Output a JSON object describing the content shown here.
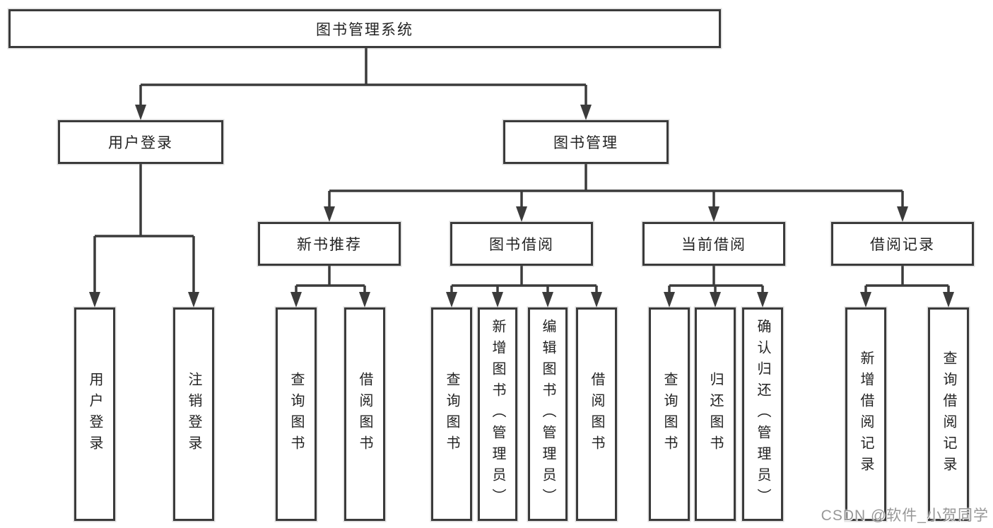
{
  "tree": {
    "root": {
      "label": "图书管理系统"
    },
    "branches": [
      {
        "label": "用户登录",
        "children": [
          {
            "label": "用户登录"
          },
          {
            "label": "注销登录"
          }
        ]
      },
      {
        "label": "图书管理",
        "children": [
          {
            "label": "新书推荐",
            "children": [
              {
                "label": "查询图书"
              },
              {
                "label": "借阅图书"
              }
            ]
          },
          {
            "label": "图书借阅",
            "children": [
              {
                "label": "查询图书"
              },
              {
                "label": "新增图书（管理员）"
              },
              {
                "label": "编辑图书（管理员）"
              },
              {
                "label": "借阅图书"
              }
            ]
          },
          {
            "label": "当前借阅",
            "children": [
              {
                "label": "查询图书"
              },
              {
                "label": "归还图书"
              },
              {
                "label": "确认归还（管理员）"
              }
            ]
          },
          {
            "label": "借阅记录",
            "children": [
              {
                "label": "新增借阅记录"
              },
              {
                "label": "查询借阅记录"
              }
            ]
          }
        ]
      }
    ]
  },
  "watermark": {
    "text": "CSDN @软件_小贺同学"
  },
  "colors": {
    "line": "#3b3b3b",
    "text": "#232323",
    "background": "#ffffff",
    "watermark": "#979797"
  }
}
